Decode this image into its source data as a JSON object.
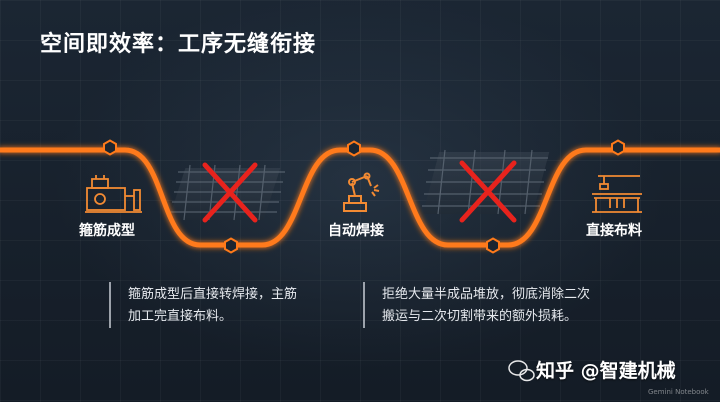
{
  "title": "空间即效率：工序无缝衔接",
  "steps": [
    {
      "label": "箍筋成型"
    },
    {
      "label": "自动焊接"
    },
    {
      "label": "直接布料"
    }
  ],
  "descriptions": [
    {
      "line1": "箍筋成型后直接转焊接，主筋",
      "line2": "加工完直接布料。"
    },
    {
      "line1": "拒绝大量半成品堆放，彻底消除二次",
      "line2": "搬运与二次切割带来的额外损耗。"
    }
  ],
  "brand": "知乎 @智建机械",
  "watermark": "Gemini Notebook",
  "colors": {
    "accent": "#ff7a1a",
    "cross": "#e8231d"
  }
}
